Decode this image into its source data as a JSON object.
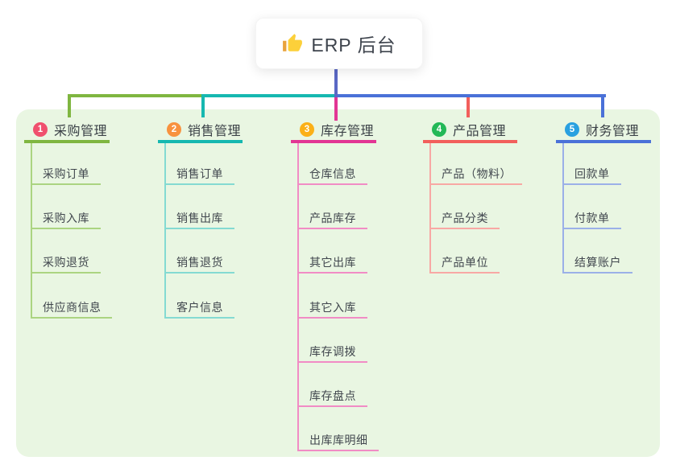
{
  "root": {
    "label": "ERP 后台",
    "icon": "thumbs-up-icon"
  },
  "theme": {
    "canvas_bg": "#ffffff",
    "panel_bg": "#e9f6e2",
    "root_line_color": "#5a68c5",
    "header_text_color": "#3b4147",
    "child_text_color": "#41474e",
    "root_text_color": "#3e444d",
    "thumb_main_color": "#fcd03a",
    "thumb_cuff_color": "#e9a33c"
  },
  "branches": [
    {
      "badge": "1",
      "badge_color": "#f0506e",
      "color": "#7fb640",
      "light_color": "#abd481",
      "label": "采购管理",
      "children": [
        "采购订单",
        "采购入库",
        "采购退货",
        "供应商信息"
      ]
    },
    {
      "badge": "2",
      "badge_color": "#f8923e",
      "color": "#16b8b0",
      "light_color": "#84dad2",
      "label": "销售管理",
      "children": [
        "销售订单",
        "销售出库",
        "销售退货",
        "客户信息"
      ]
    },
    {
      "badge": "3",
      "badge_color": "#fbb017",
      "color": "#e23594",
      "light_color": "#f18cc5",
      "label": "库存管理",
      "children": [
        "仓库信息",
        "产品库存",
        "其它出库",
        "其它入库",
        "库存调拨",
        "库存盘点",
        "出库库明细"
      ]
    },
    {
      "badge": "4",
      "badge_color": "#23b857",
      "color": "#f25f5c",
      "light_color": "#f8a8a4",
      "label": "产品管理",
      "children": [
        "产品（物料）",
        "产品分类",
        "产品单位"
      ]
    },
    {
      "badge": "5",
      "badge_color": "#29a0e0",
      "color": "#4a71d8",
      "light_color": "#9bb0e8",
      "label": "财务管理",
      "children": [
        "回款单",
        "付款单",
        "结算账户"
      ]
    }
  ]
}
